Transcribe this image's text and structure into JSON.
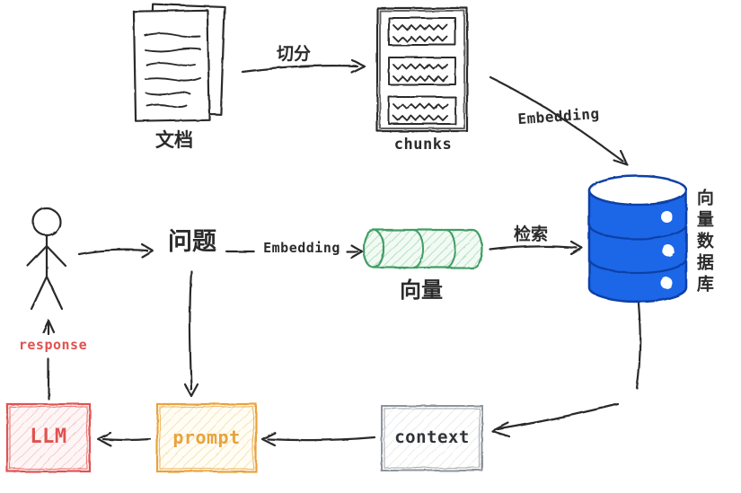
{
  "diagram": {
    "type": "flow-diagram",
    "topic": "RAG pipeline hand-drawn sketch",
    "labels": {
      "documents": "文档",
      "split": "切分",
      "chunks": "chunks",
      "embedding_top": "Embedding",
      "vector_db": "向量数据库",
      "question": "问题",
      "embedding_mid": "Embedding",
      "vector": "向量",
      "retrieval": "检索",
      "context": "context",
      "prompt": "prompt",
      "llm": "LLM",
      "response": "response"
    },
    "connections": [
      {
        "from": "documents",
        "to": "chunks",
        "label": "切分"
      },
      {
        "from": "chunks",
        "to": "vector_db",
        "label": "Embedding"
      },
      {
        "from": "person",
        "to": "question",
        "label": ""
      },
      {
        "from": "question",
        "to": "vector",
        "label": "Embedding"
      },
      {
        "from": "vector",
        "to": "vector_db",
        "label": "检索"
      },
      {
        "from": "vector_db",
        "to": "context",
        "label": ""
      },
      {
        "from": "context",
        "to": "prompt",
        "label": ""
      },
      {
        "from": "question",
        "to": "prompt",
        "label": ""
      },
      {
        "from": "prompt",
        "to": "llm",
        "label": ""
      },
      {
        "from": "llm",
        "to": "person",
        "label": "response"
      }
    ],
    "colors": {
      "ink": "#2b2b2b",
      "database_blue": "#1a66e8",
      "database_blue_dark": "#0d3fa6",
      "vector_green": "#3f9e63",
      "prompt_orange": "#e8a33d",
      "llm_red": "#e0524f",
      "context_gray": "#8f949b"
    }
  }
}
